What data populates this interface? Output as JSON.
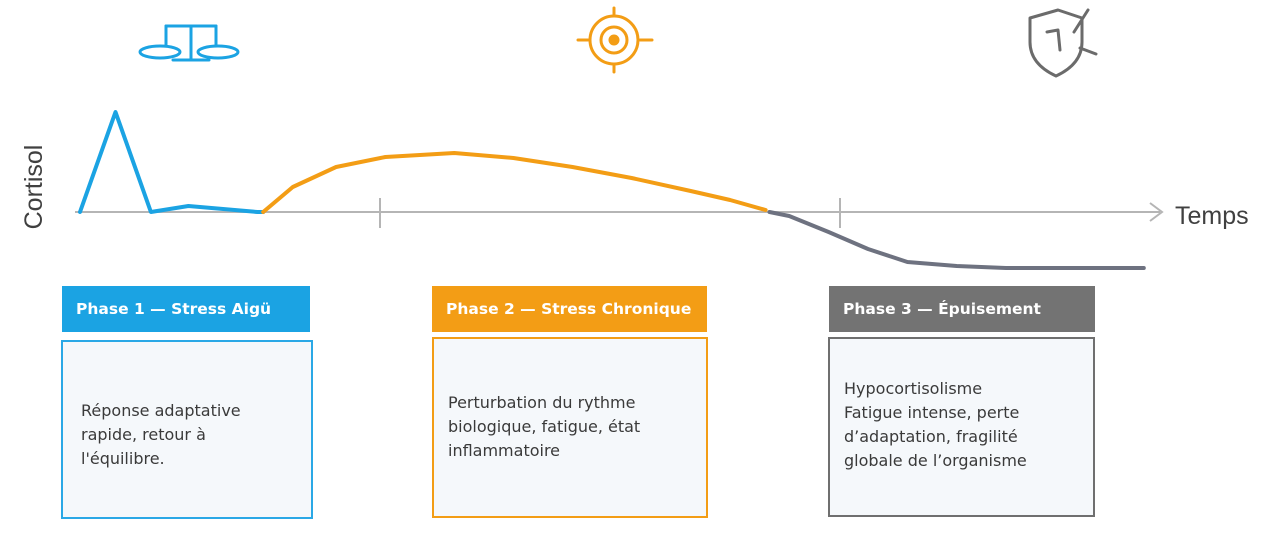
{
  "chart_data": {
    "type": "line",
    "ylabel": "Cortisol",
    "xlabel": "Temps",
    "grid": false,
    "legend": "none",
    "series": [
      {
        "color": "#1ba3e3",
        "x": [
          0,
          0.18,
          0.36,
          0.55,
          0.9,
          0.93
        ],
        "y": [
          0,
          1,
          0,
          0.06,
          0,
          0
        ]
      },
      {
        "color": "#f39d15",
        "x": [
          0.93,
          1.08,
          1.3,
          1.55,
          1.9,
          2.2,
          2.5,
          2.8,
          3.1,
          3.3,
          3.48
        ],
        "y": [
          0,
          0.25,
          0.45,
          0.55,
          0.59,
          0.54,
          0.45,
          0.34,
          0.21,
          0.12,
          0.02
        ]
      },
      {
        "color": "#6e7280",
        "x": [
          3.5,
          3.6,
          3.8,
          4.0,
          4.2,
          4.45,
          4.7,
          5.0,
          5.4
        ],
        "y": [
          0,
          -0.04,
          -0.2,
          -0.37,
          -0.5,
          -0.54,
          -0.56,
          -0.56,
          -0.56
        ]
      }
    ]
  },
  "icons": {
    "phase1": "balance-scale-icon",
    "phase2": "target-icon",
    "phase3": "broken-shield-icon"
  },
  "colors": {
    "phase1": "#1ba3e3",
    "phase2": "#f39d15",
    "phase3": "#737373"
  },
  "phases": [
    {
      "title": "Phase 1 — Stress Aigü",
      "lines": [
        "Réponse adaptative",
        "rapide, retour à",
        "l'équilibre."
      ]
    },
    {
      "title": "Phase 2 — Stress Chronique",
      "lines": [
        "Perturbation du rythme",
        "biologique, fatigue, état",
        "inflammatoire"
      ]
    },
    {
      "title": "Phase 3 — Épuisement",
      "lines": [
        "Hypocortisolisme",
        "Fatigue intense, perte",
        "d’adaptation, fragilité",
        "globale de l’organisme"
      ]
    }
  ]
}
